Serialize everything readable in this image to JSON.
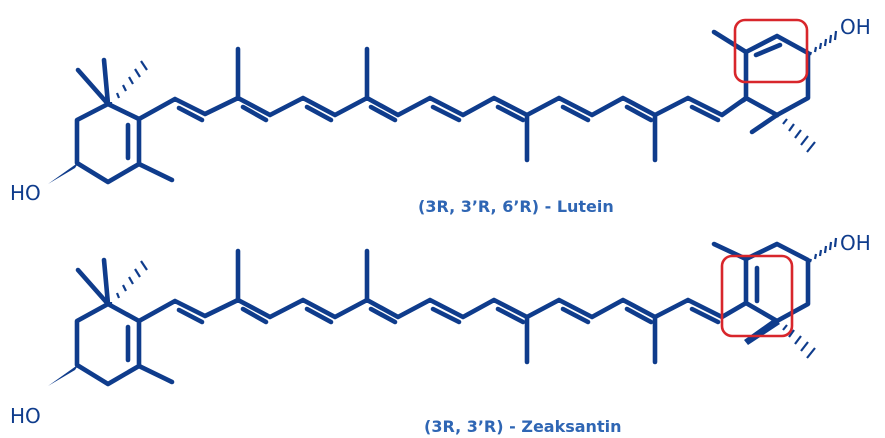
{
  "molecules": [
    {
      "name": "(3R, 3’R, 6’R) - Lutein",
      "left_oh": "HO",
      "right_oh": "OH"
    },
    {
      "name": "(3R, 3’R) - Zeaksantin",
      "left_oh": "HO",
      "right_oh": "OH"
    }
  ],
  "colors": {
    "bond": "#0f3c8c",
    "caption": "#2f66b4",
    "highlight": "#d8262b"
  }
}
